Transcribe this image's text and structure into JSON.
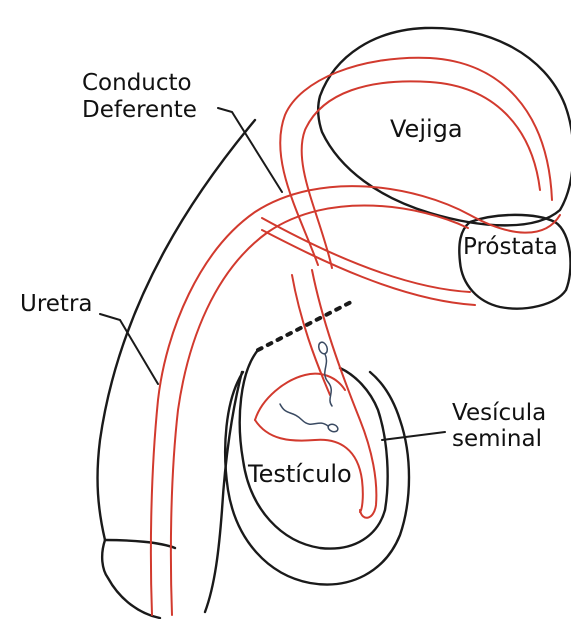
{
  "labels": {
    "vas_deferens_line1": "Conducto",
    "vas_deferens_line2": "Deferente",
    "bladder": "Vejiga",
    "prostate": "Próstata",
    "urethra": "Uretra",
    "seminal_vesicle_line1": "Vesícula",
    "seminal_vesicle_line2": "seminal",
    "testicle": "Testículo"
  },
  "colors": {
    "outline": "#1a1a1a",
    "duct": "#d23a2e",
    "sperm": "#3a4a62",
    "background": "#ffffff"
  }
}
